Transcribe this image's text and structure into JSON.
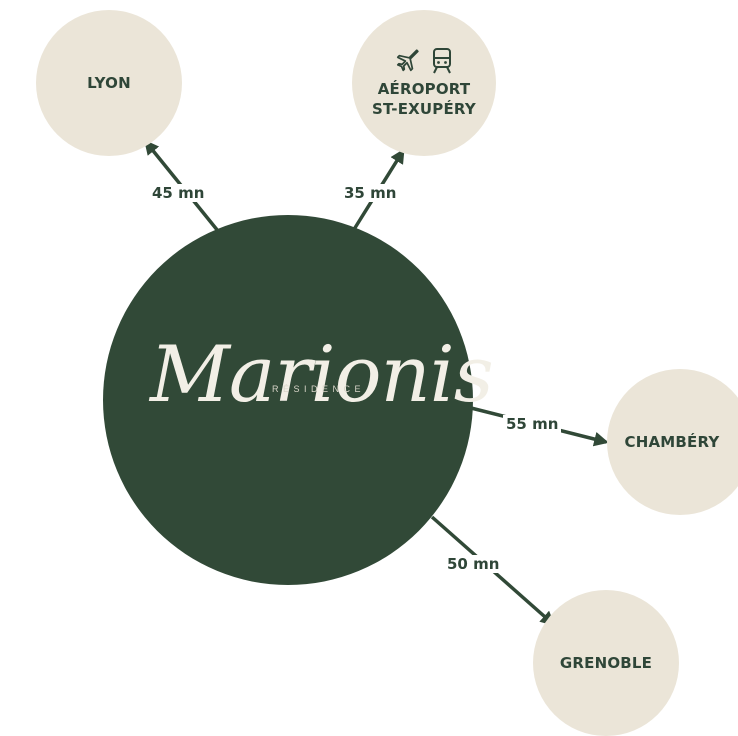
{
  "center": {
    "logo_subtitle": "RÉSIDENCE",
    "logo_name": "Marionis"
  },
  "destinations": {
    "lyon": {
      "label": "LYON",
      "time": "45 mn"
    },
    "airport": {
      "label_line1": "AÉROPORT",
      "label_line2": "ST-EXUPÉRY",
      "time": "35 mn",
      "icons": [
        "airplane-icon",
        "train-icon"
      ]
    },
    "chambery": {
      "label": "CHAMBÉRY",
      "time": "55 mn"
    },
    "grenoble": {
      "label": "GRENOBLE",
      "time": "50 mn"
    }
  },
  "colors": {
    "dark_green": "#314937",
    "beige": "#ebe5d8",
    "text_green": "#2f4638"
  }
}
